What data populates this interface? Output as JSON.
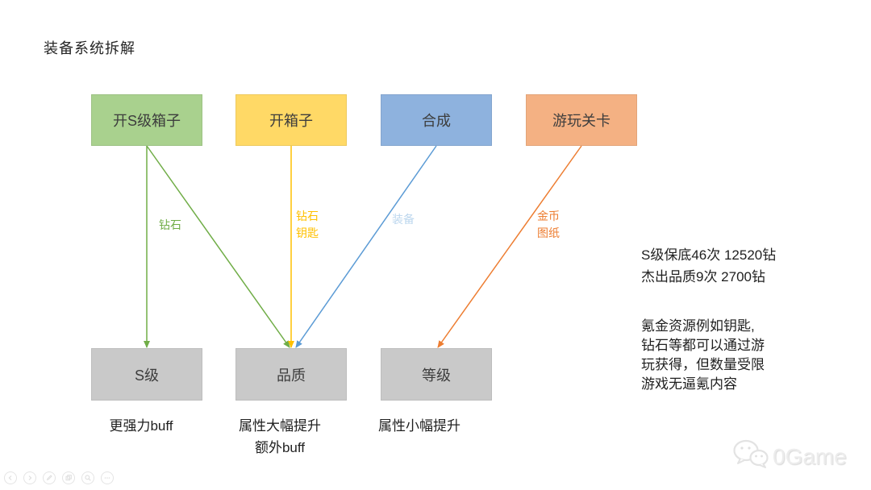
{
  "title": "装备系统拆解",
  "diagram": {
    "sources": [
      {
        "id": "open-s-chest",
        "label": "开S级箱子",
        "fill": "#A9D18E"
      },
      {
        "id": "open-chest",
        "label": "开箱子",
        "fill": "#FFD966"
      },
      {
        "id": "craft",
        "label": "合成",
        "fill": "#8EB2DE"
      },
      {
        "id": "play-stage",
        "label": "游玩关卡",
        "fill": "#F4B183"
      }
    ],
    "targets": [
      {
        "id": "s-grade",
        "label": "S级",
        "fill": "#C9C9C9",
        "captions": [
          "更强力buff"
        ]
      },
      {
        "id": "quality",
        "label": "品质",
        "fill": "#C9C9C9",
        "captions": [
          "属性大幅提升",
          "额外buff"
        ]
      },
      {
        "id": "level",
        "label": "等级",
        "fill": "#C9C9C9",
        "captions": [
          "属性小幅提升"
        ]
      }
    ],
    "edges": [
      {
        "from": "open-s-chest",
        "to": "s-grade",
        "color": "#70AD47",
        "x2off": 0
      },
      {
        "from": "open-s-chest",
        "to": "quality",
        "color": "#70AD47",
        "x2off": -2
      },
      {
        "from": "open-chest",
        "to": "quality",
        "color": "#FFC000",
        "x2off": 0
      },
      {
        "from": "craft",
        "to": "quality",
        "color": "#5B9BD5",
        "x2off": 6
      },
      {
        "from": "play-stage",
        "to": "level",
        "color": "#ED7D31",
        "x2off": 2
      }
    ],
    "edge_labels": [
      {
        "lines": [
          "钻石"
        ],
        "color": "#70AD47"
      },
      {
        "lines": [
          "钻石",
          "钥匙"
        ],
        "color": "#FFC000"
      },
      {
        "lines": [
          "装备"
        ],
        "color": "#BDD7EE"
      },
      {
        "lines": [
          "金币",
          "图纸"
        ],
        "color": "#ED7D31"
      }
    ]
  },
  "notes": {
    "pity": [
      "S级保底46次 12520钻",
      "杰出品质9次 2700钻"
    ],
    "monetization": [
      "氪金资源例如钥匙,",
      "钻石等都可以通过游",
      "玩获得，但数量受限",
      "游戏无逼氪内容"
    ]
  },
  "watermark": {
    "text": "0Game",
    "icon": "wechat-icon"
  },
  "toolbar": {
    "icons": [
      "prev-icon",
      "next-icon",
      "pen-icon",
      "slides-icon",
      "zoom-icon",
      "more-icon"
    ]
  }
}
